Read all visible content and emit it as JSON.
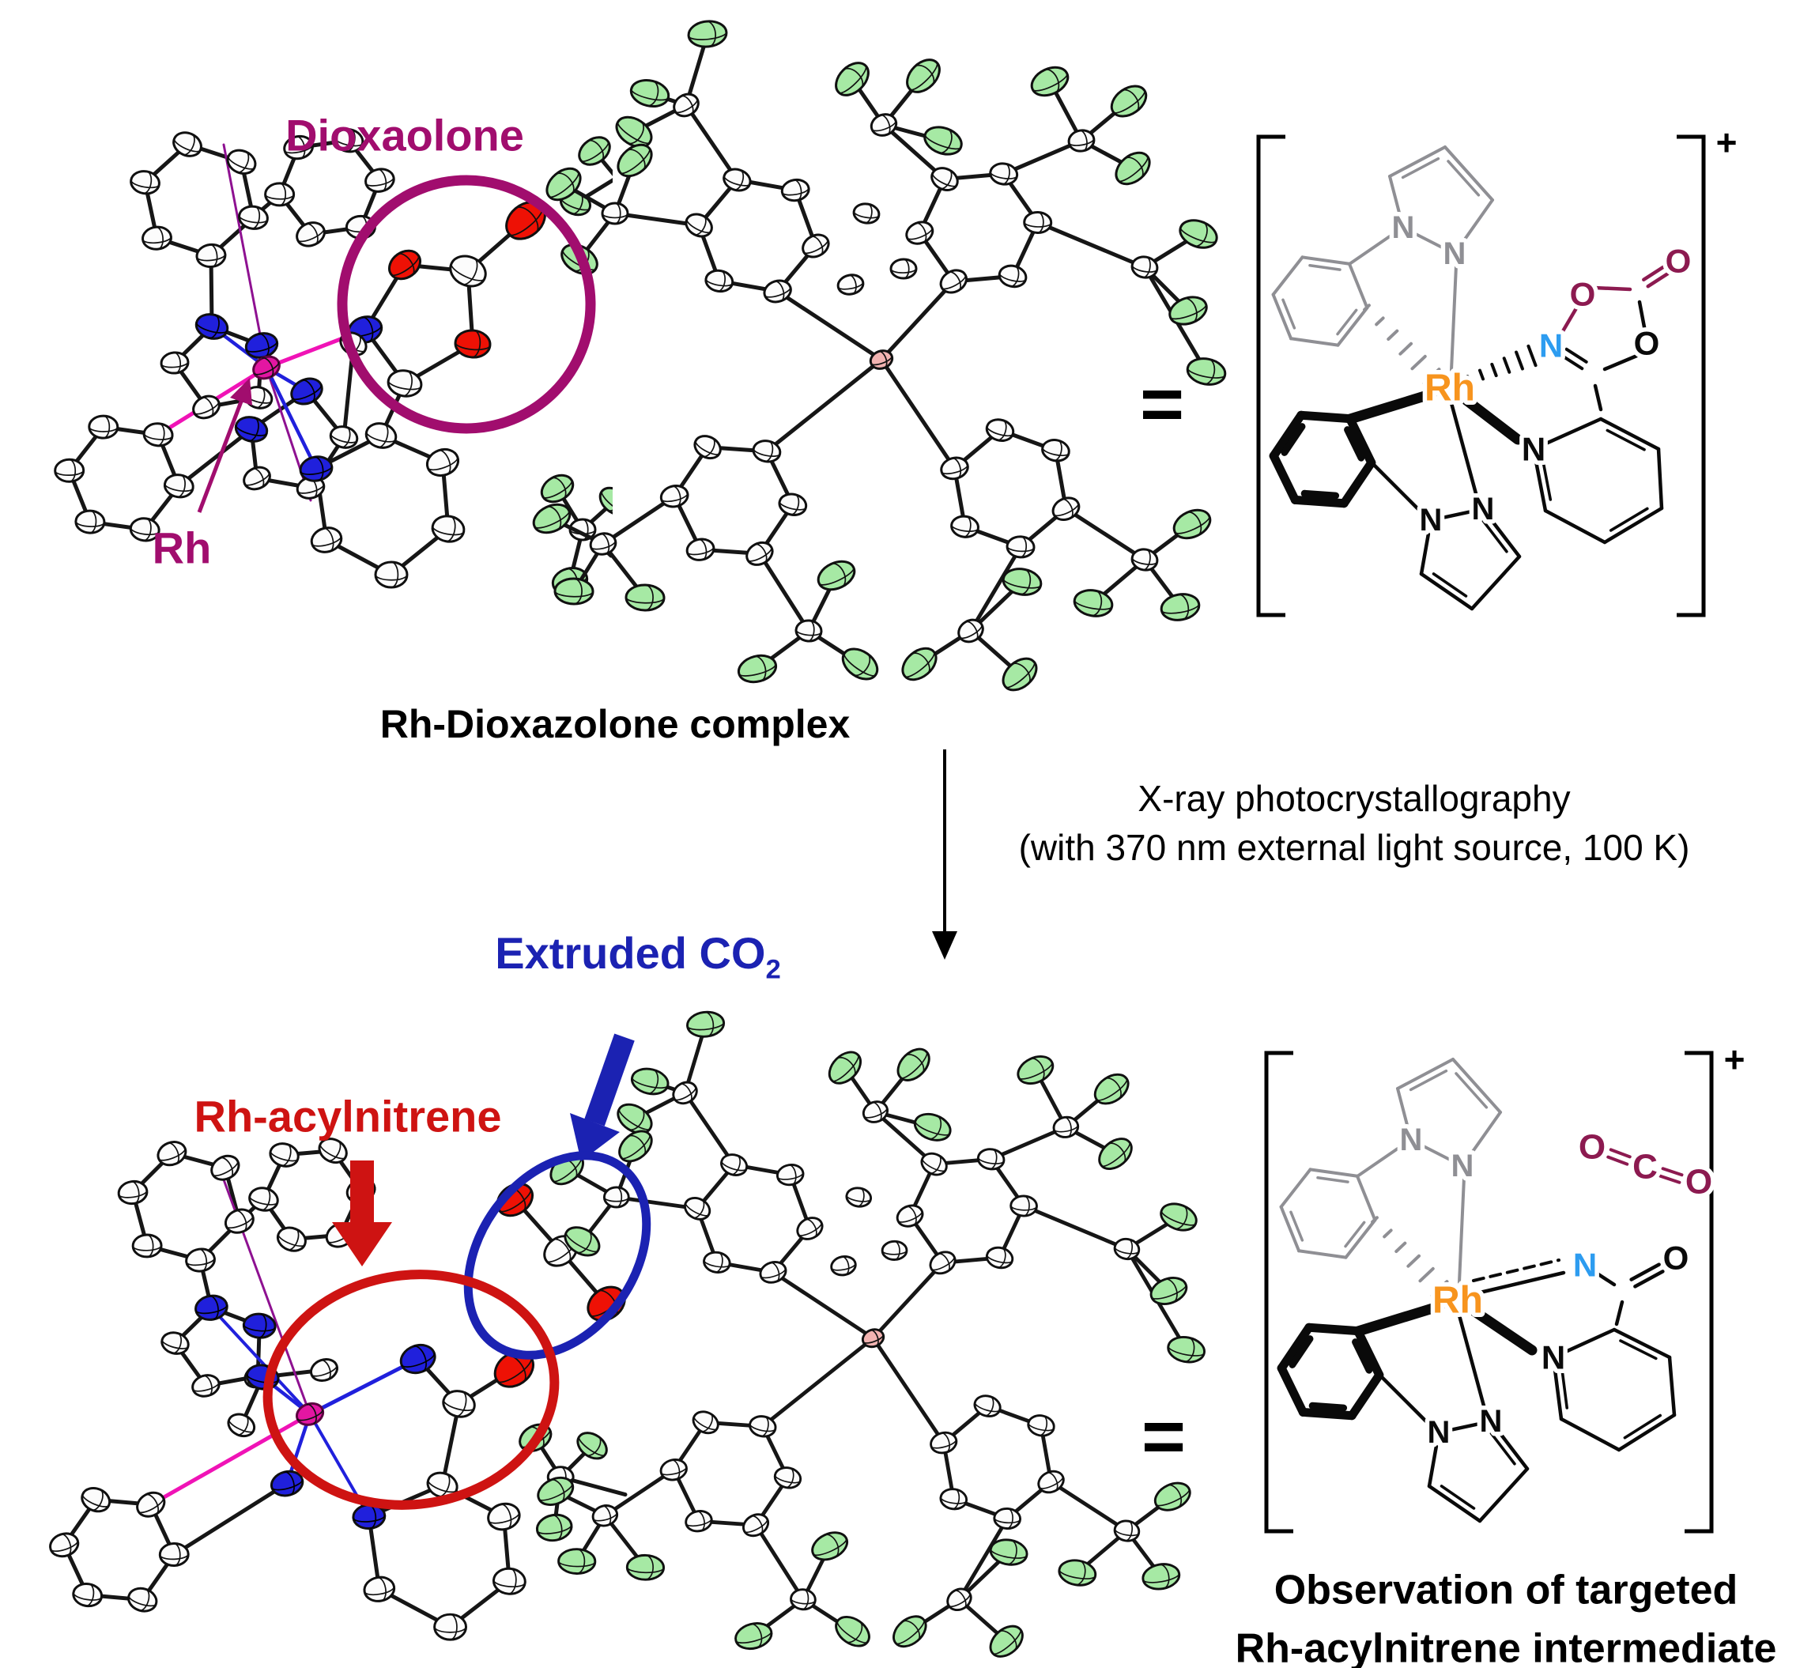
{
  "figure": {
    "top_left": {
      "annotation_ring_label": "Dioxaolone",
      "metal_label": "Rh",
      "caption": "Rh-Dioxazolone complex"
    },
    "process_arrow": {
      "line1": "X-ray photocrystallography",
      "line2": "(with 370 nm external light source, 100 K)"
    },
    "bottom_left": {
      "co2_label": "Extruded CO",
      "co2_sub": "2",
      "nitrene_label": "Rh-acylnitrene"
    },
    "bottom_right_caption": {
      "line1": "Observation of targeted",
      "line2": "Rh-acylnitrene intermediate"
    }
  },
  "labels": {
    "equals": "=",
    "plus": "+"
  },
  "atoms": {
    "rh": "Rh",
    "n": "N",
    "o": "O",
    "c": "C"
  },
  "palette": {
    "annotation_purple": "#A10D6E",
    "annotation_blue": "#1B22B2",
    "annotation_red": "#CE1312",
    "rhodium_magenta": "#E316A2",
    "bond_pink": "#F013B6",
    "bond_violet": "#8E1191",
    "ortep_blue": "#2020DC",
    "ortep_red": "#EE1105",
    "ortep_green": "#A6E9A4",
    "ortep_white": "#FCFCFC",
    "boron_pink": "#F2B3B1",
    "bond_black": "#161616",
    "struct_gray": "#8F8F94",
    "struct_black": "#0A0A0A",
    "rh_orange": "#F7941E",
    "n_blue": "#2D9CF0",
    "burgundy": "#8C1A50",
    "text_black": "#000000"
  }
}
